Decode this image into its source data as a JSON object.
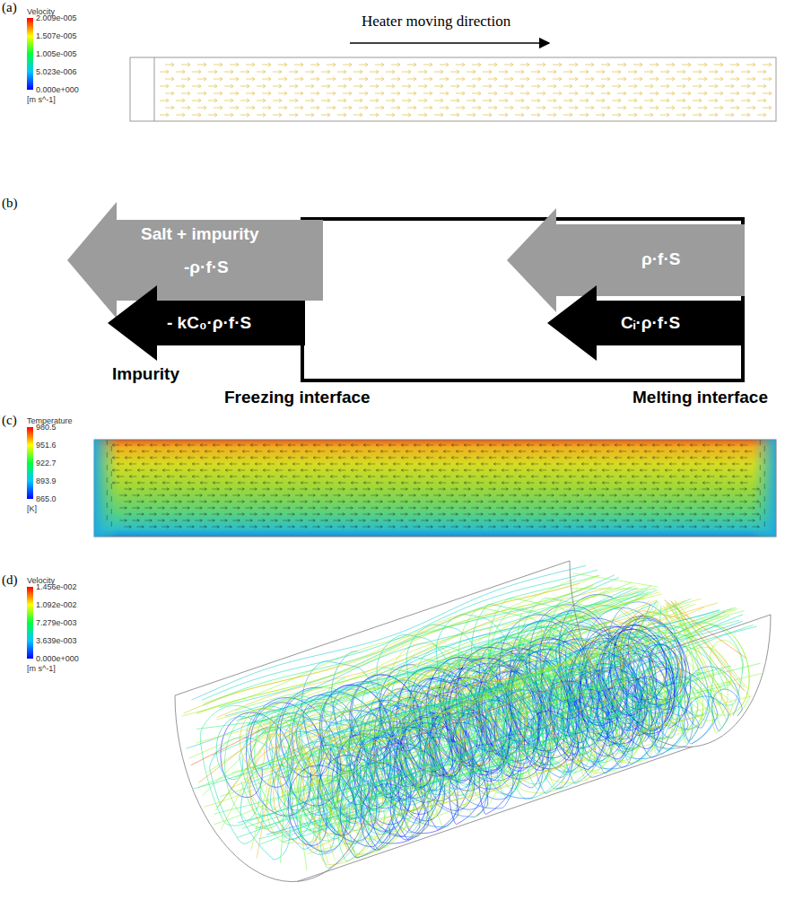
{
  "diagram": {
    "nodes": [
      {
        "text": [
          "Salt + impurity",
          "-ρ·f·S"
        ]
      },
      {
        "text": [
          "- kC₀·ρ·f·S",
          "Impurity"
        ]
      },
      {
        "text": [
          "ρ·f·S"
        ]
      },
      {
        "text": [
          "Cᵢ·ρ·f·S"
        ]
      }
    ],
    "labels": [
      "(a)",
      "Velocity",
      "2.009e-005",
      "1.507e-005",
      "1.005e-005",
      "5.023e-006",
      "0.000e+000",
      "[m s^-1]",
      "Heater moving direction",
      "(b)",
      "Freezing interface",
      "Melting interface",
      "(c)",
      "Temperature",
      "980.5",
      "951.6",
      "922.7",
      "893.9",
      "865.0",
      "[K]",
      "(d)",
      "Velocity",
      "1.456e-002",
      "1.092e-002",
      "7.279e-003",
      "3.639e-003",
      "0.000e+000",
      "[m s^-1]"
    ]
  }
}
